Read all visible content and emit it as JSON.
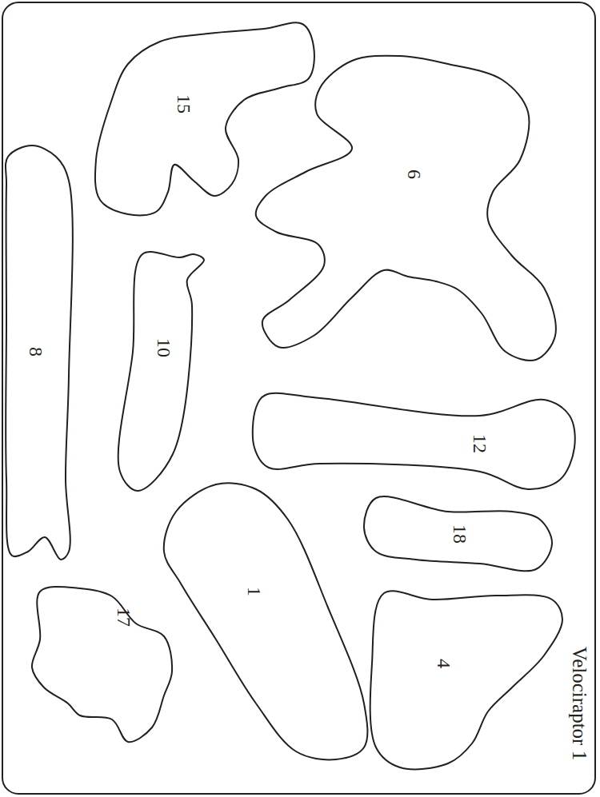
{
  "diagram": {
    "title": "Velociraptor 1",
    "nodes": [
      {
        "text": [
          "15"
        ]
      },
      {
        "text": [
          "6"
        ]
      },
      {
        "text": [
          "8"
        ]
      },
      {
        "text": [
          "10"
        ]
      },
      {
        "text": [
          "12"
        ]
      },
      {
        "text": [
          "18"
        ]
      },
      {
        "text": [
          "1"
        ]
      },
      {
        "text": [
          "4"
        ]
      },
      {
        "text": [
          "17"
        ]
      }
    ]
  }
}
